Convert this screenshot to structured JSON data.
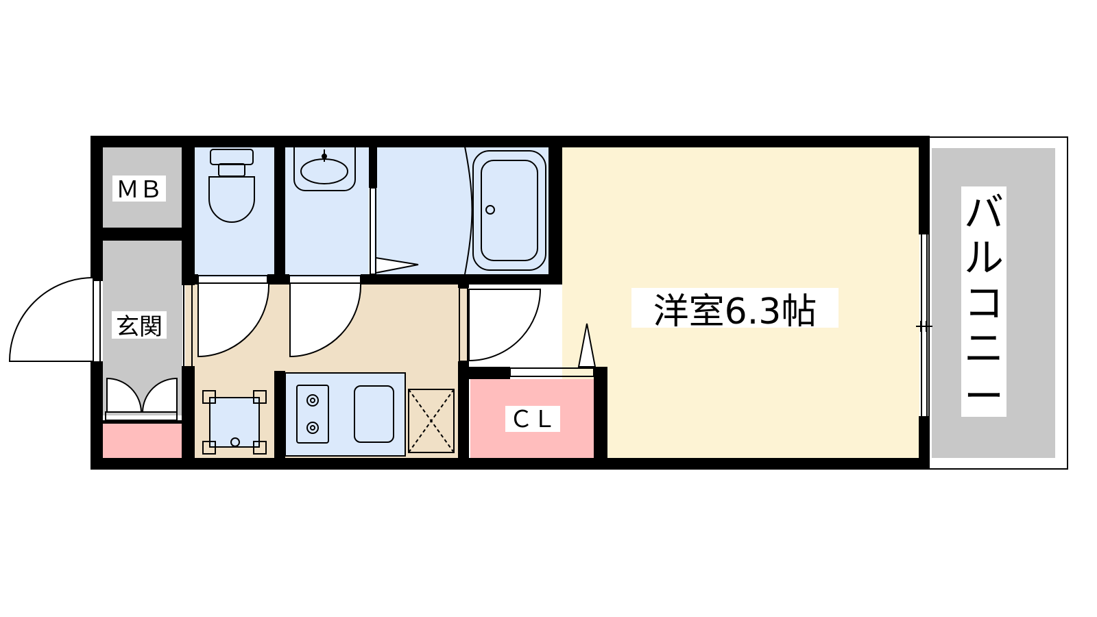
{
  "labels": {
    "meter_box": "ＭＢ",
    "entrance": "玄関",
    "western_room": "洋室6.3帖",
    "closet": "ＣＬ",
    "balcony": [
      "バ",
      "ル",
      "コ",
      "ニ",
      "ー"
    ]
  },
  "colors": {
    "wall": "#000000",
    "room": "#fdf3d4",
    "corridor": "#f0e0c6",
    "wet_area": "#dbe9fb",
    "storage": "#ffbdbd",
    "utility": "#c8c8c8",
    "balcony_floor": "#c8c8c8",
    "label_bg": "#ffffff"
  }
}
